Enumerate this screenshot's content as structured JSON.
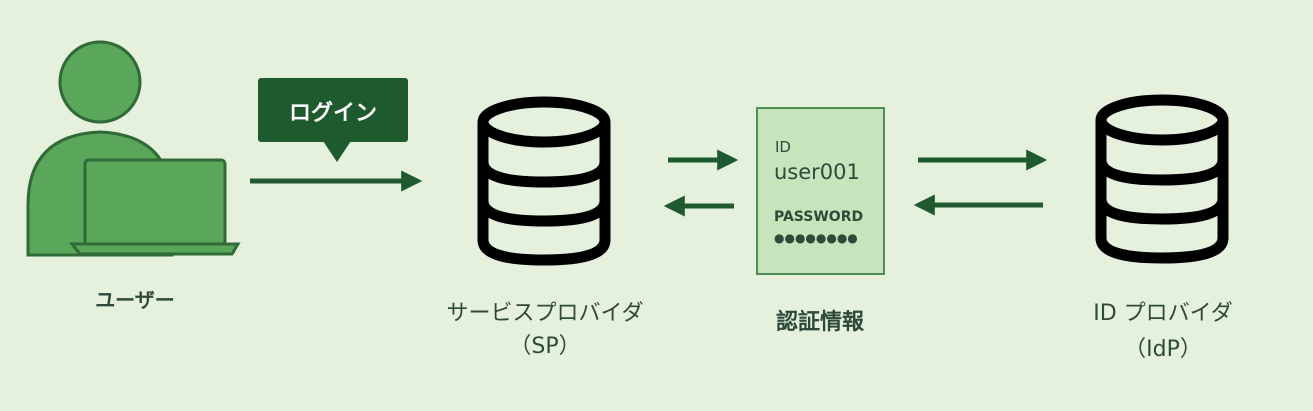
{
  "user": {
    "label": "ユーザー"
  },
  "login_callout": {
    "label": "ログイン"
  },
  "service_provider": {
    "line1": "サービスプロバイダ",
    "line2": "（SP）"
  },
  "credentials": {
    "card": {
      "id_label": "ID",
      "id_value": "user001",
      "password_label": "PASSWORD",
      "password_mask": "●●●●●●●●"
    },
    "label": "認証情報"
  },
  "identity_provider": {
    "line1": "ID プロバイダ",
    "line2": "（IdP）"
  },
  "colors": {
    "background": "#e5f0dd",
    "dark_green": "#1f5a2f",
    "user_green": "#5aa65a",
    "card_fill": "#c7e4bd",
    "text": "#2f4a3a"
  }
}
